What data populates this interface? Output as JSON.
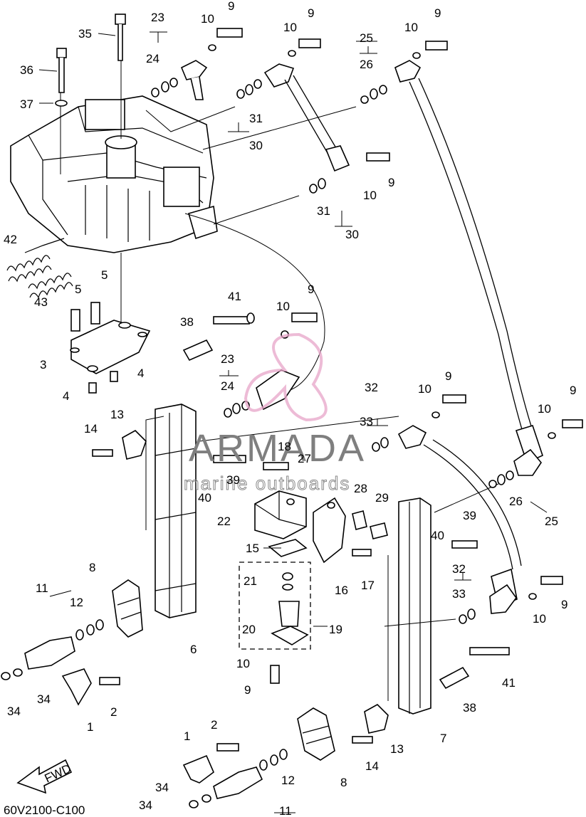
{
  "diagram_code": "60V2100-C100",
  "fwd_label": "FWD",
  "watermark": {
    "brand": "ARMADA",
    "tagline": "marine outboards"
  },
  "callouts": [
    {
      "id": "c35",
      "text": "35"
    },
    {
      "id": "c36",
      "text": "36"
    },
    {
      "id": "c37",
      "text": "37"
    },
    {
      "id": "c23a",
      "text": "23"
    },
    {
      "id": "c24a",
      "text": "24"
    },
    {
      "id": "c10a",
      "text": "10"
    },
    {
      "id": "c9a",
      "text": "9"
    },
    {
      "id": "c10b",
      "text": "10"
    },
    {
      "id": "c9b",
      "text": "9"
    },
    {
      "id": "c25a",
      "text": "25"
    },
    {
      "id": "c26a",
      "text": "26"
    },
    {
      "id": "c10c",
      "text": "10"
    },
    {
      "id": "c9c",
      "text": "9"
    },
    {
      "id": "c31a",
      "text": "31"
    },
    {
      "id": "c30a",
      "text": "30"
    },
    {
      "id": "c10d",
      "text": "10"
    },
    {
      "id": "c9d",
      "text": "9"
    },
    {
      "id": "c31b",
      "text": "31"
    },
    {
      "id": "c30b",
      "text": "30"
    },
    {
      "id": "c42",
      "text": "42"
    },
    {
      "id": "c43",
      "text": "43"
    },
    {
      "id": "c5a",
      "text": "5"
    },
    {
      "id": "c5b",
      "text": "5"
    },
    {
      "id": "c3",
      "text": "3"
    },
    {
      "id": "c4a",
      "text": "4"
    },
    {
      "id": "c4b",
      "text": "4"
    },
    {
      "id": "c38a",
      "text": "38"
    },
    {
      "id": "c41a",
      "text": "41"
    },
    {
      "id": "c10e",
      "text": "10"
    },
    {
      "id": "c9e",
      "text": "9"
    },
    {
      "id": "c23b",
      "text": "23"
    },
    {
      "id": "c24b",
      "text": "24"
    },
    {
      "id": "c13a",
      "text": "13"
    },
    {
      "id": "c14a",
      "text": "14"
    },
    {
      "id": "c39a",
      "text": "39"
    },
    {
      "id": "c40a",
      "text": "40"
    },
    {
      "id": "c18",
      "text": "18"
    },
    {
      "id": "c27",
      "text": "27"
    },
    {
      "id": "c32a",
      "text": "32"
    },
    {
      "id": "c33a",
      "text": "33"
    },
    {
      "id": "c10f",
      "text": "10"
    },
    {
      "id": "c9f",
      "text": "9"
    },
    {
      "id": "c10g",
      "text": "10"
    },
    {
      "id": "c9g",
      "text": "9"
    },
    {
      "id": "c28",
      "text": "28"
    },
    {
      "id": "c29",
      "text": "29"
    },
    {
      "id": "c22",
      "text": "22"
    },
    {
      "id": "c26b",
      "text": "26"
    },
    {
      "id": "c25b",
      "text": "25"
    },
    {
      "id": "c15",
      "text": "15"
    },
    {
      "id": "c16",
      "text": "16"
    },
    {
      "id": "c17",
      "text": "17"
    },
    {
      "id": "c40b",
      "text": "40"
    },
    {
      "id": "c39b",
      "text": "39"
    },
    {
      "id": "c32b",
      "text": "32"
    },
    {
      "id": "c33b",
      "text": "33"
    },
    {
      "id": "c10h",
      "text": "10"
    },
    {
      "id": "c9h",
      "text": "9"
    },
    {
      "id": "c8a",
      "text": "8"
    },
    {
      "id": "c21",
      "text": "21"
    },
    {
      "id": "c11a",
      "text": "11"
    },
    {
      "id": "c12a",
      "text": "12"
    },
    {
      "id": "c20",
      "text": "20"
    },
    {
      "id": "c19",
      "text": "19"
    },
    {
      "id": "c6",
      "text": "6"
    },
    {
      "id": "c10i",
      "text": "10"
    },
    {
      "id": "c9i",
      "text": "9"
    },
    {
      "id": "c41b",
      "text": "41"
    },
    {
      "id": "c38b",
      "text": "38"
    },
    {
      "id": "c34a",
      "text": "34"
    },
    {
      "id": "c34b",
      "text": "34"
    },
    {
      "id": "c1a",
      "text": "1"
    },
    {
      "id": "c2a",
      "text": "2"
    },
    {
      "id": "c7",
      "text": "7"
    },
    {
      "id": "c13b",
      "text": "13"
    },
    {
      "id": "c14b",
      "text": "14"
    },
    {
      "id": "c8b",
      "text": "8"
    },
    {
      "id": "c1b",
      "text": "1"
    },
    {
      "id": "c2b",
      "text": "2"
    },
    {
      "id": "c12b",
      "text": "12"
    },
    {
      "id": "c11b",
      "text": "11"
    },
    {
      "id": "c34c",
      "text": "34"
    },
    {
      "id": "c34d",
      "text": "34"
    }
  ],
  "colors": {
    "line": "#000000",
    "background": "#ffffff",
    "watermark_pink": "#e7a4c8",
    "watermark_gray": "#808080"
  }
}
